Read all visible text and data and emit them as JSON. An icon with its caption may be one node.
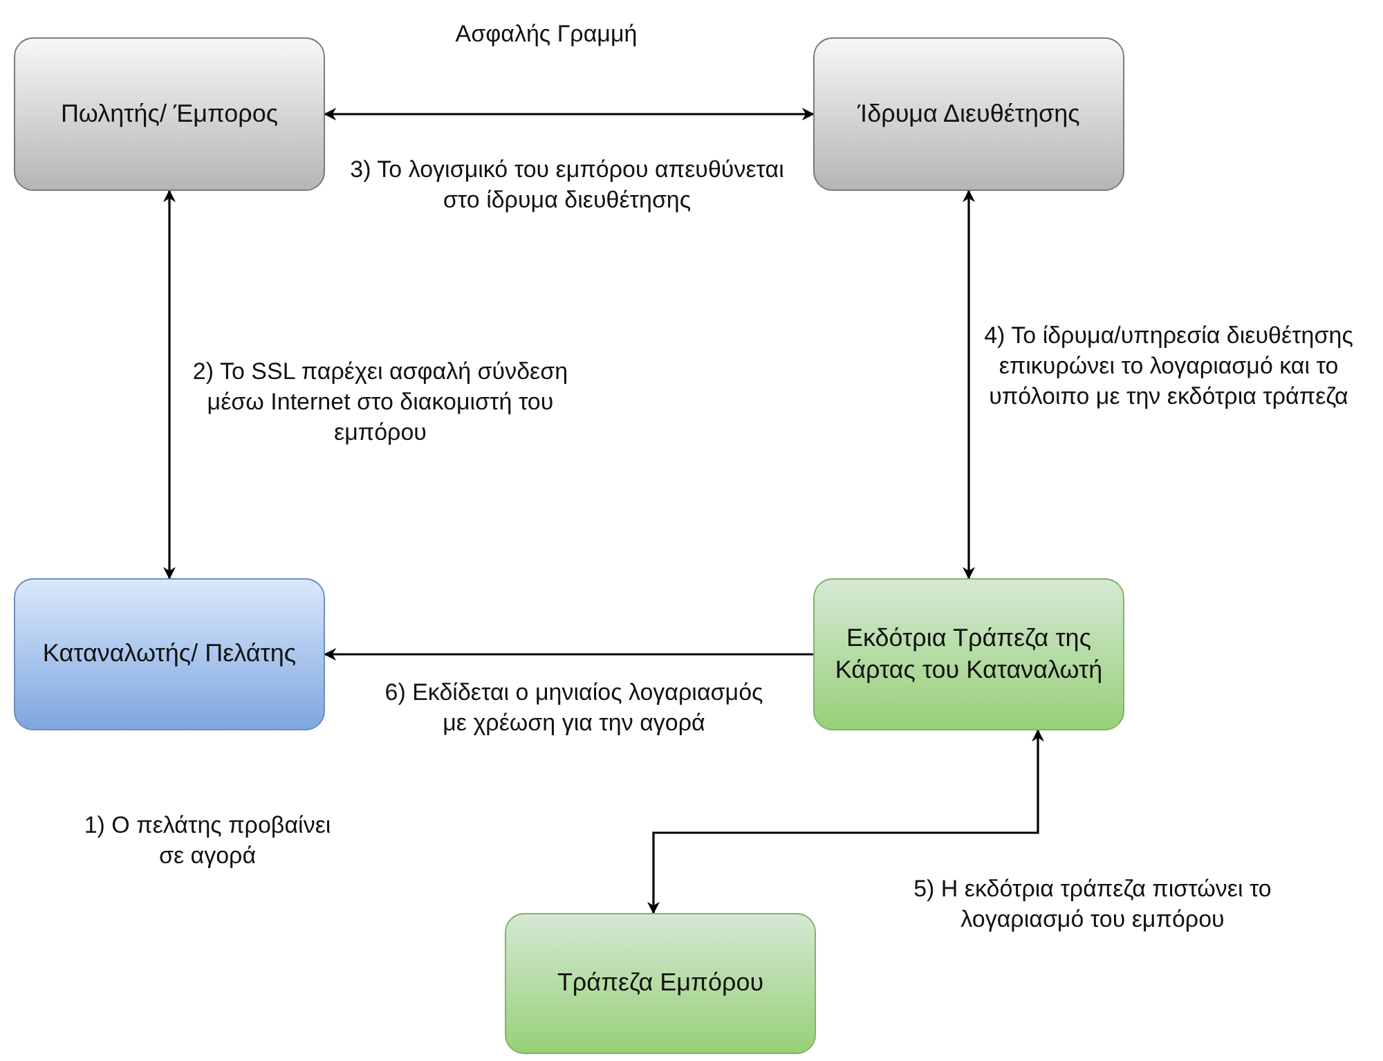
{
  "diagram": {
    "nodes": [
      {
        "text": [
          "Πωλητής/ Έμπορος"
        ]
      },
      {
        "text": [
          "Ίδρυμα Διευθέτησης"
        ]
      },
      {
        "text": [
          "Καταναλωτής/ Πελάτης"
        ]
      },
      {
        "text": [
          "Εκδότρια Τράπεζα της Κάρτας του Καταναλωτή"
        ]
      },
      {
        "text": [
          "Τράπεζα Εμπόρου"
        ]
      }
    ],
    "edges": [
      {
        "from": 0,
        "to": 1,
        "arrow": "both"
      },
      {
        "from": 0,
        "to": 2,
        "arrow": "both"
      },
      {
        "from": 1,
        "to": 3,
        "arrow": "both"
      },
      {
        "from": 3,
        "to": 2,
        "arrow": "to"
      },
      {
        "from": 3,
        "to": 4,
        "arrow": "both"
      }
    ],
    "labels": [
      "Ασφαλής Γραμμή",
      "3) Το λογισμικό του εμπόρου απευθύνεται στο ίδρυμα διευθέτησης",
      "2) Το SSL παρέχει ασφαλή σύνδεση μέσω Internet στο διακομιστή του εμπόρου",
      "4) Το ίδρυμα/υπηρεσία διευθέτησης επικυρώνει το λογαριασμό και το υπόλοιπο με την εκδότρια τράπεζα",
      "6) Εκδίδεται ο μηνιαίος λογαριασμός με χρέωση για την αγορά",
      "1) Ο πελάτης προβαίνει σε αγορά",
      "5) Η εκδότρια τράπεζα πιστώνει το λογαριασμό του εμπόρου"
    ]
  }
}
